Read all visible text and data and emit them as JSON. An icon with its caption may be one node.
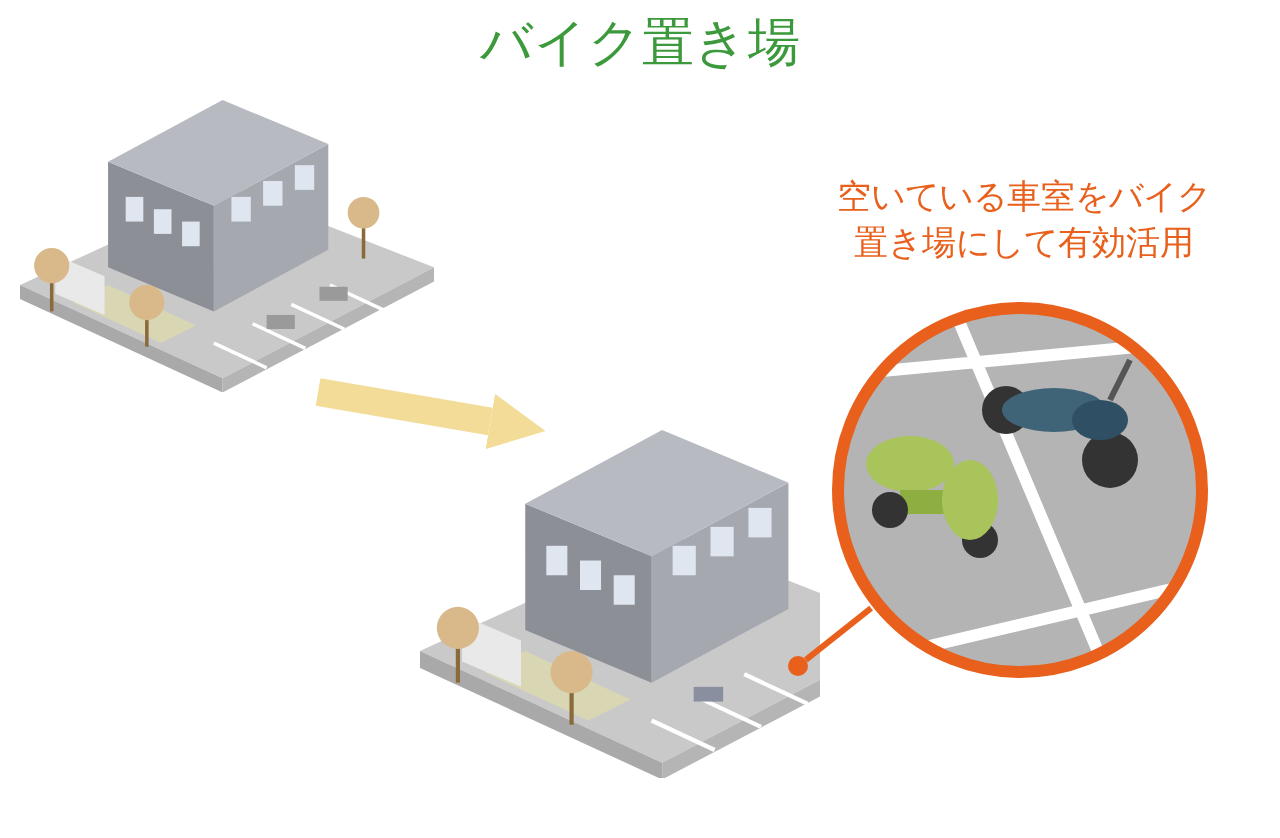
{
  "diagram": {
    "title": "バイク置き場",
    "nodes": [
      {
        "text": [],
        "shape": "picture"
      },
      {
        "text": [],
        "shape": "picture"
      },
      {
        "text": [],
        "shape": "circle"
      },
      {
        "text": [],
        "shape": "circle",
        "in": 1
      }
    ],
    "edges": [
      {
        "from": 0,
        "to": 1,
        "arrow": "to",
        "style": "thick",
        "color": "#f2dc98"
      },
      {
        "from": 2,
        "to": 3,
        "arrow": "none",
        "color": "#e8601c"
      }
    ],
    "labels": [
      "空いている車室をバイク置き場にして有効活用"
    ]
  }
}
